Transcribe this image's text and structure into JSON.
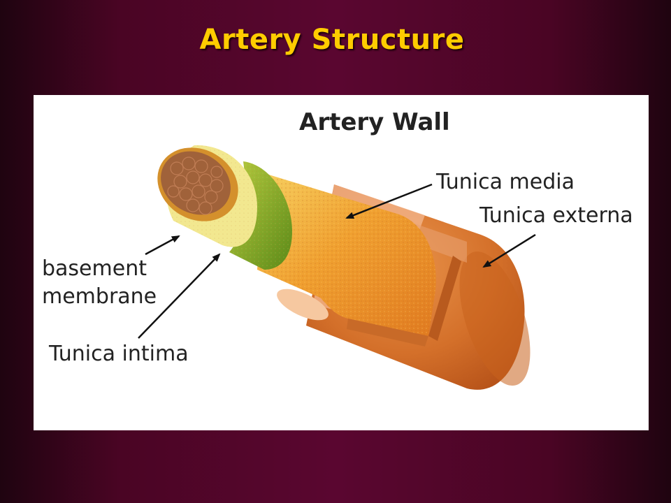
{
  "slide": {
    "title": "Artery Structure"
  },
  "diagram": {
    "title": "Artery Wall",
    "labels": {
      "tunica_media": "Tunica media",
      "tunica_externa": "Tunica externa",
      "basement_line1": "basement",
      "basement_line2": "membrane",
      "tunica_intima": "Tunica intima"
    }
  },
  "colors": {
    "title": "#ffcc00",
    "background": "#5a0630",
    "externa": "#d4702a",
    "media": "#f0a030",
    "intima": "#6a9a20",
    "lumen": "#a0623a"
  }
}
